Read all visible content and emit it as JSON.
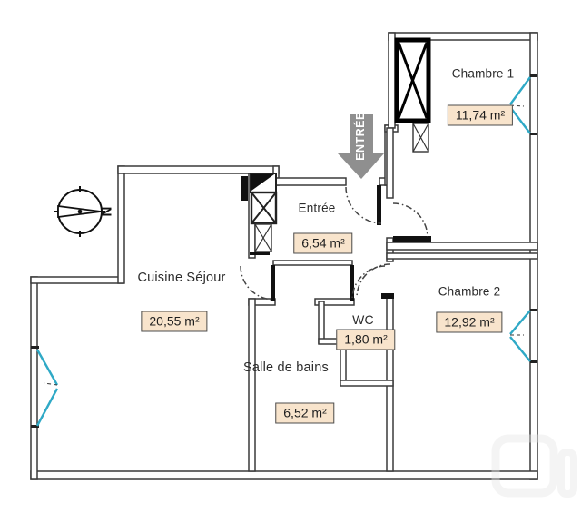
{
  "plan": {
    "rooms": [
      {
        "id": "chambre1",
        "name": "Chambre 1",
        "area": "11,74 m²"
      },
      {
        "id": "chambre2",
        "name": "Chambre 2",
        "area": "12,92 m²"
      },
      {
        "id": "entree",
        "name": "Entrée",
        "area": "6,54 m²"
      },
      {
        "id": "cuisine",
        "name": "Cuisine Séjour",
        "area": "20,55 m²"
      },
      {
        "id": "wc",
        "name": "WC",
        "area": "1,80 m²"
      },
      {
        "id": "sdb",
        "name": "Salle de bains",
        "area": "6,52 m²"
      }
    ],
    "entrance_label": "ENTRÉE",
    "compass_letter": "N",
    "colors": {
      "wall": "#3a3a3a",
      "window": "#2fa9c6",
      "entrance_arrow": "#8f8f8f",
      "area_badge_bg": "#f8e4cc"
    }
  }
}
